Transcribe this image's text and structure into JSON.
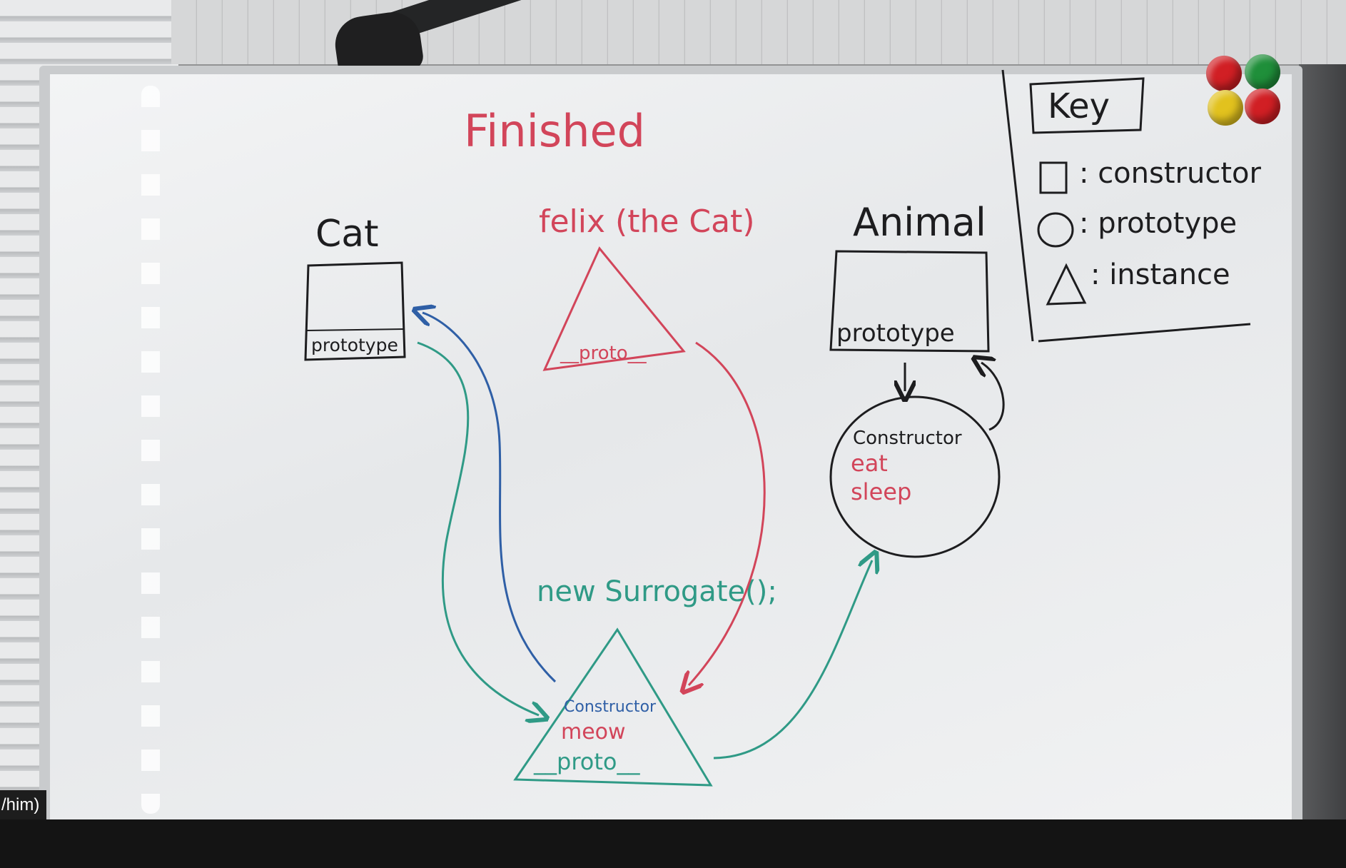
{
  "board": {
    "title": "Finished",
    "cat_label": "Cat",
    "cat_box_text": "prototype",
    "felix_label": "felix (the Cat)",
    "felix_proto_text": "__proto__",
    "animal_label": "Animal",
    "animal_box_text": "prototype",
    "animal_circle_lines": [
      "Constructor",
      "eat",
      "sleep"
    ],
    "surrogate_label": "new Surrogate();",
    "surrogate_lines": [
      "Constructor",
      "meow",
      "__proto__"
    ],
    "key": {
      "title": "Key",
      "constructor_text": ": constructor",
      "prototype_text": ": prototype",
      "instance_text": ": instance"
    }
  },
  "colors": {
    "black_marker": "#1d1d1f",
    "red_marker": "#d2455a",
    "blue_marker": "#2f5fa6",
    "green_marker": "#2f9a86",
    "magnet_red": "#d11f24",
    "magnet_green": "#1f8f3a",
    "magnet_yellow": "#e2c21e"
  },
  "video": {
    "name_tag": "/him)"
  }
}
